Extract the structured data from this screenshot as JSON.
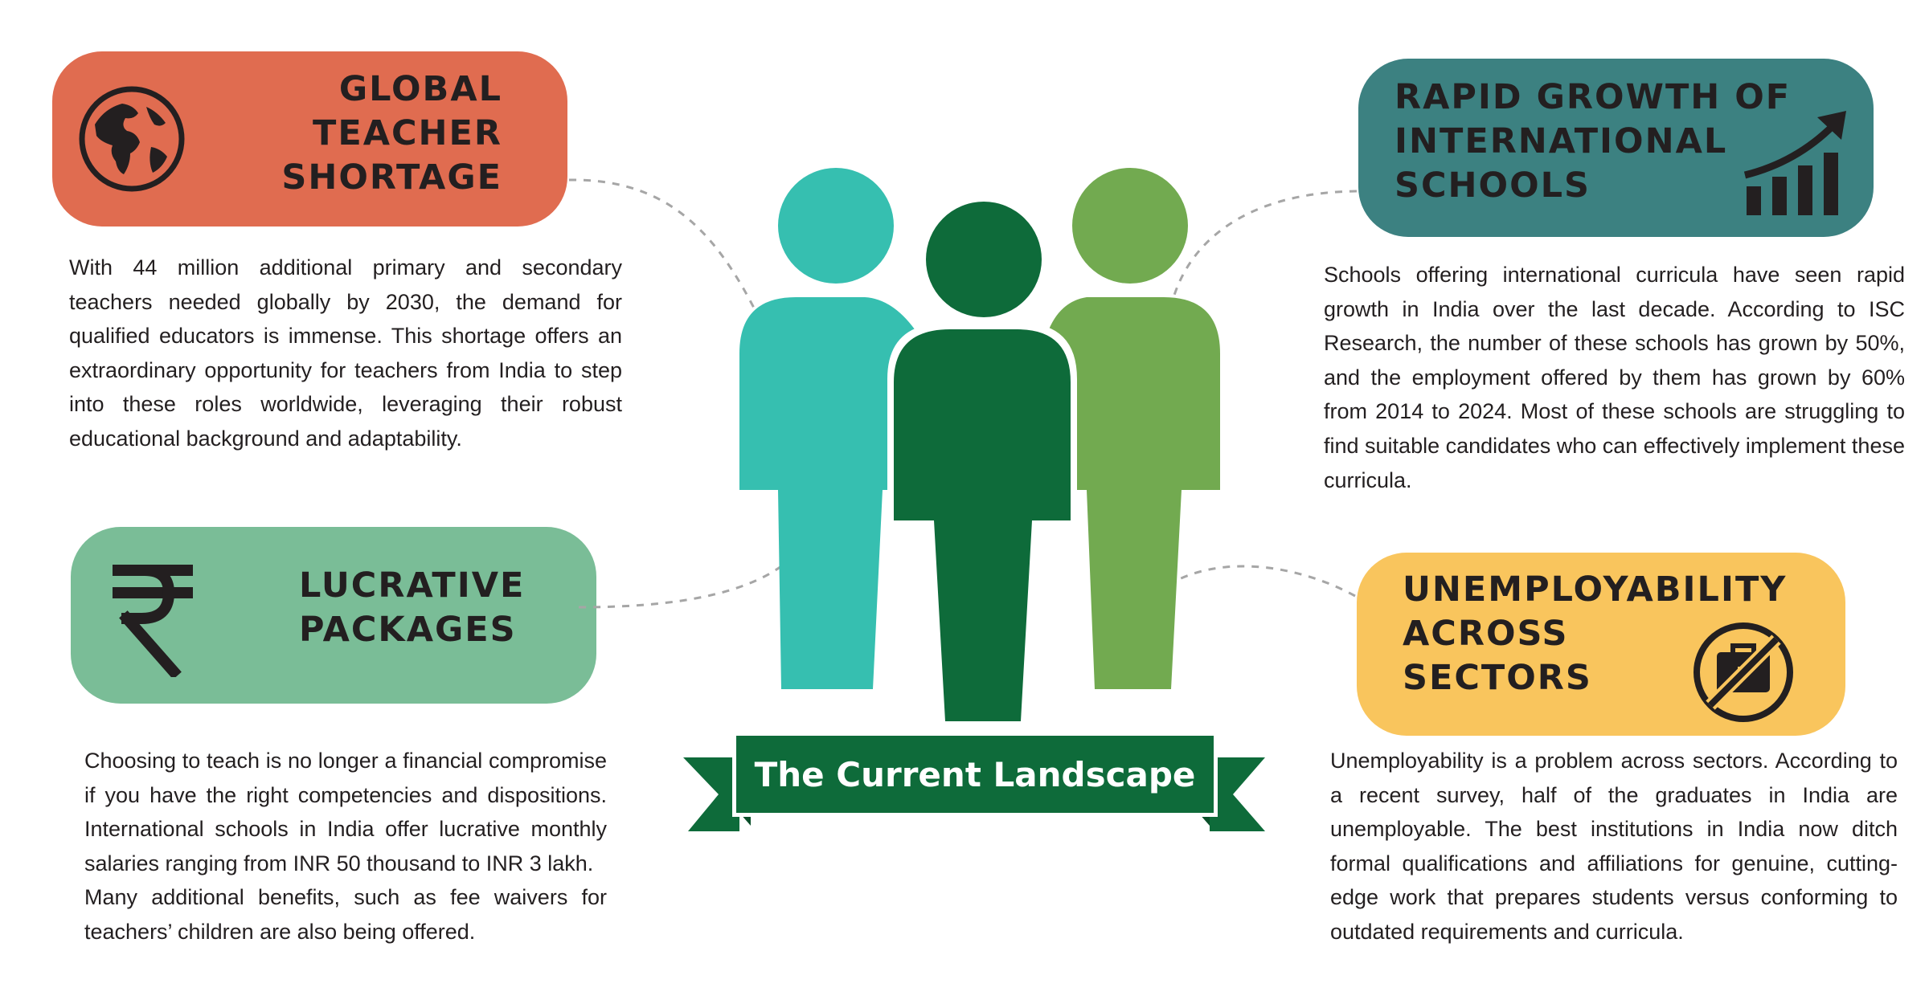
{
  "banner": {
    "title": "The Current Landscape"
  },
  "sections": {
    "global_shortage": {
      "title_lines": [
        "GLOBAL",
        "TEACHER",
        "SHORTAGE"
      ],
      "icon": "globe-icon",
      "color": "#e06c50",
      "text": "With 44 million additional primary and secondary teachers needed globally by 2030, the demand for qualified educators is immense. This shortage offers an extraordinary opportunity for teachers from India to step into these roles worldwide, leveraging their robust educational background and adaptability."
    },
    "rapid_growth": {
      "title_lines": [
        "RAPID GROWTH OF",
        "INTERNATIONAL",
        "SCHOOLS"
      ],
      "icon": "growth-chart-icon",
      "color": "#3c8181",
      "text": "Schools offering international curricula have seen rapid growth in India over the last decade. According to ISC Research, the number of these schools has grown by 50%, and the employment offered by them has grown by 60% from 2014 to 2024. Most of these schools are struggling to find suitable candidates who can effectively implement these curricula."
    },
    "lucrative_packages": {
      "title_lines": [
        "LUCRATIVE",
        "PACKAGES"
      ],
      "icon": "rupee-icon",
      "color": "#7abd97",
      "text_1": "Choosing to teach is no longer a financial compromise if you have the right competencies and dispositions. International schools in India offer lucrative monthly salaries ranging from INR 50 thousand to INR 3 lakh.",
      "text_2": "Many additional benefits, such as fee waivers for teachers’ children are also being offered."
    },
    "unemployability": {
      "title_lines": [
        "UNEMPLOYABILITY",
        "ACROSS",
        "SECTORS"
      ],
      "icon": "no-briefcase-icon",
      "color": "#f9c55d",
      "text": "Unemployability is a problem across sectors. According to a recent survey, half of the graduates in India are unemployable. The best institutions in India now ditch formal qualifications and affiliations for genuine, cutting-edge work that prepares students versus conforming to outdated requirements and curricula."
    }
  },
  "figures": {
    "left_color": "#36bfb0",
    "center_color": "#0e6b3a",
    "right_color": "#72aa50"
  }
}
